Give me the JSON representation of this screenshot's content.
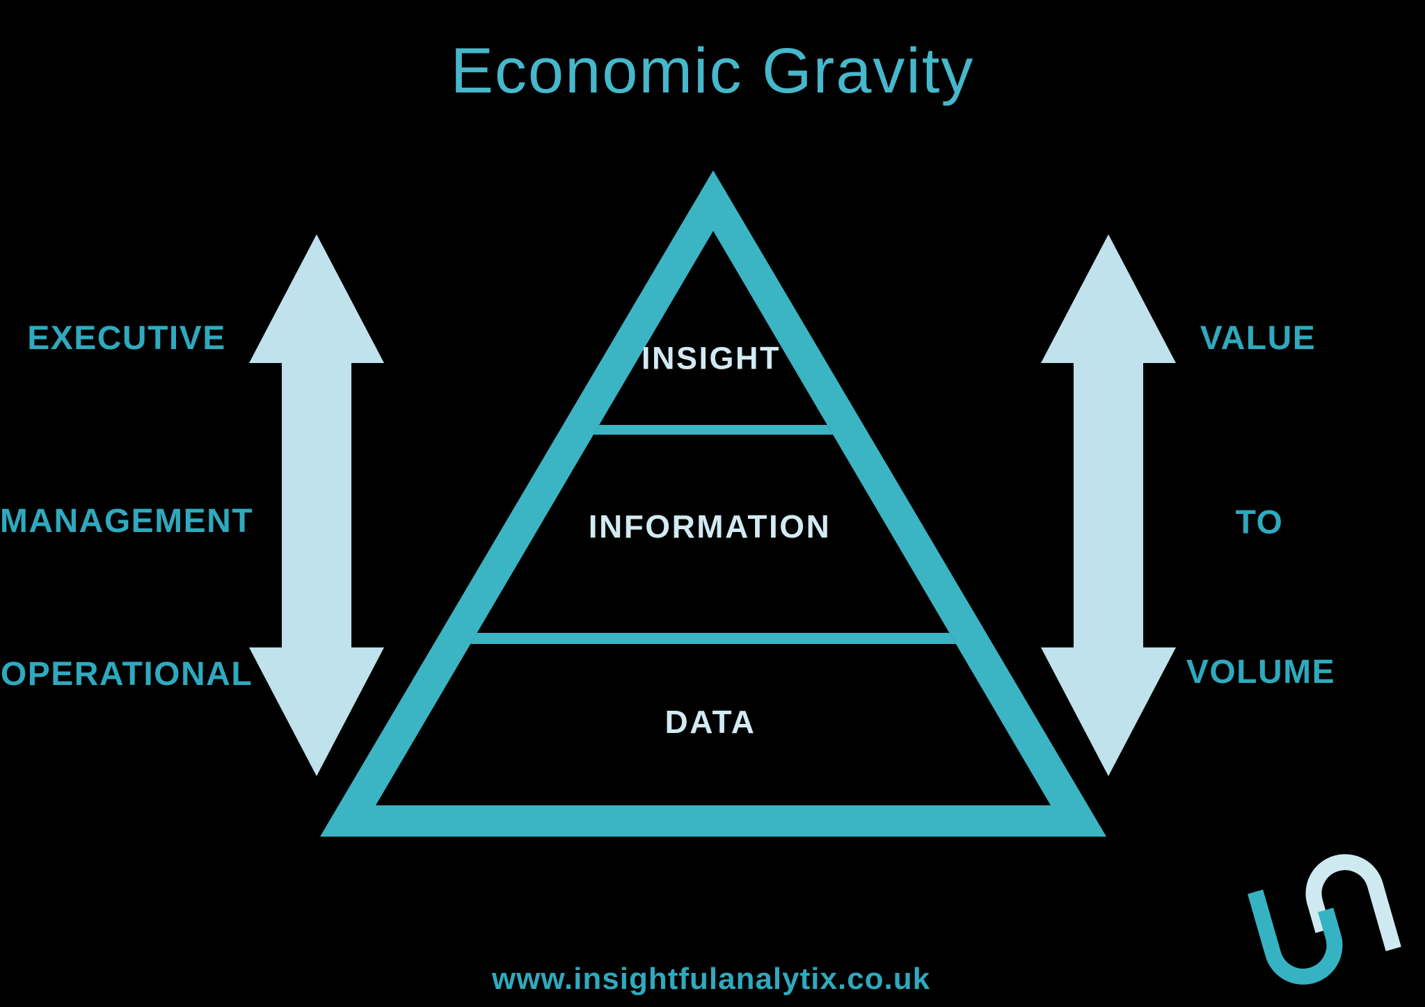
{
  "title": "Economic Gravity",
  "pyramid": {
    "layers": [
      {
        "label": "INSIGHT"
      },
      {
        "label": "INFORMATION"
      },
      {
        "label": "DATA"
      }
    ]
  },
  "left_axis": {
    "labels": [
      "EXECUTIVE",
      "MANAGEMENT",
      "OPERATIONAL"
    ]
  },
  "right_axis": {
    "labels": [
      "VALUE",
      "TO",
      "VOLUME"
    ]
  },
  "footer": {
    "website": "www.insightfulanalytix.co.uk"
  },
  "branding": {
    "logo": "insightful-analytix-s-logo"
  },
  "colors": {
    "background": "#000000",
    "pyramid_teal": "#3bb4c3",
    "title_teal": "#47b7cb",
    "label_teal": "#2fa9bd",
    "arrow_light_blue": "#bfe2ec",
    "layer_text_pale": "#d2eaf2",
    "logo_teal": "#35b3c2",
    "logo_pale": "#cfe9f0"
  }
}
